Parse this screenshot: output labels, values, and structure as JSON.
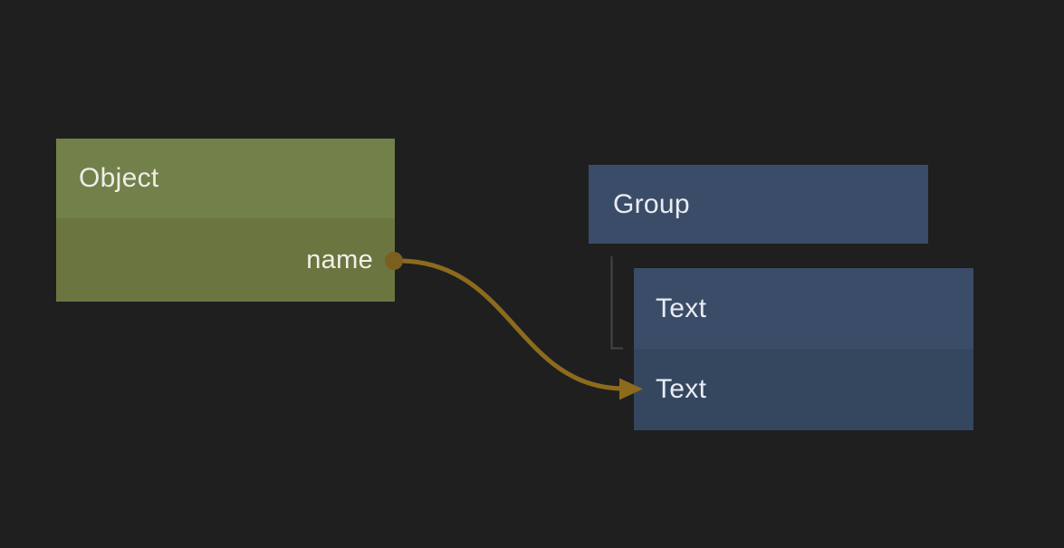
{
  "canvas": {
    "kind": "node-graph"
  },
  "nodes": {
    "object": {
      "title": "Object",
      "output_port_label": "name"
    },
    "group": {
      "title": "Group"
    },
    "text": {
      "title": "Text",
      "field_label": "Text"
    }
  },
  "edge": {
    "from_node": "Object",
    "from_port": "name",
    "to_node": "Text"
  },
  "colors": {
    "background": "#1f1f1f",
    "object_header": "#72804a",
    "object_body": "#6b7540",
    "blue_header": "#3a4c68",
    "blue_body": "#35465f",
    "edge": "#8c6b1d",
    "port_dot": "#7a5f20",
    "tree_connector": "#454545",
    "label_text": "#eeede8"
  }
}
